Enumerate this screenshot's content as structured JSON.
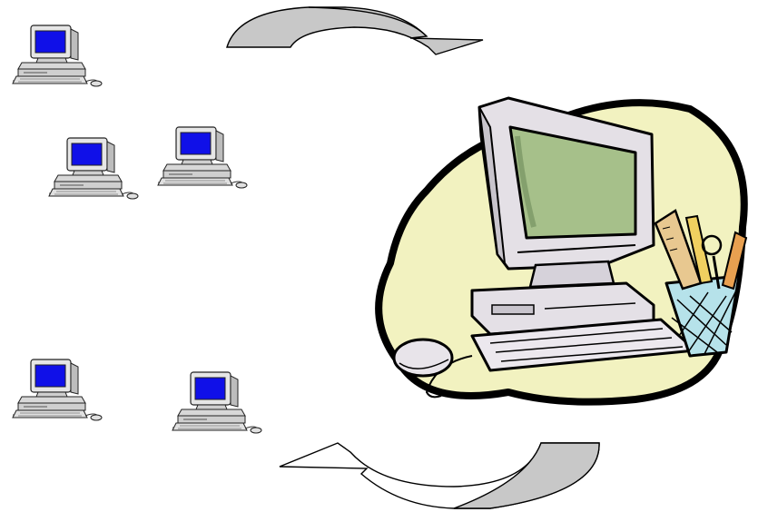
{
  "diagram": {
    "client_computers": [
      {
        "id": "client-1",
        "icon": "desktop-computer-icon"
      },
      {
        "id": "client-2",
        "icon": "desktop-computer-icon"
      },
      {
        "id": "client-3",
        "icon": "desktop-computer-icon"
      },
      {
        "id": "client-4",
        "icon": "desktop-computer-icon"
      },
      {
        "id": "client-5",
        "icon": "desktop-computer-icon"
      }
    ],
    "server_computer": {
      "icon": "workstation-clipart-icon"
    },
    "arrows": [
      {
        "id": "top",
        "direction": "left-to-right"
      },
      {
        "id": "bottom",
        "direction": "right-to-left"
      }
    ],
    "colors": {
      "screen_blue": "#1010e8",
      "case_gray": "#d4d4d4",
      "arrow_gray": "#c8c8c8",
      "blob_fill": "#f2f2c0",
      "monitor_screen": "#a6c08a",
      "outline": "#000000"
    }
  }
}
